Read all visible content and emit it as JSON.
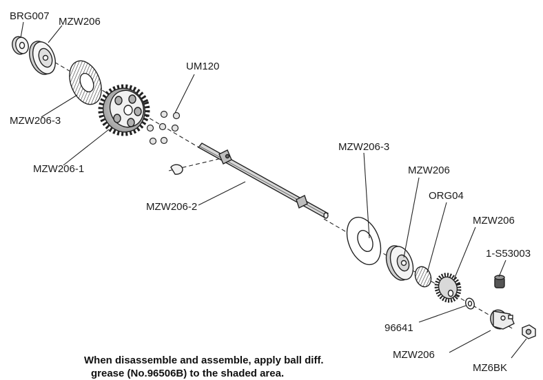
{
  "labels": {
    "brg007": "BRG007",
    "mzw206_a": "MZW206",
    "um120": "UM120",
    "mzw206_3_a": "MZW206-3",
    "mzw206_1": "MZW206-1",
    "mzw206_2": "MZW206-2",
    "mzw206_3_b": "MZW206-3",
    "mzw206_b": "MZW206",
    "org04": "ORG04",
    "mzw206_c": "MZW206",
    "s53003": "1-S53003",
    "n96641": "96641",
    "mzw206_d": "MZW206",
    "mz6bk": "MZ6BK"
  },
  "note": {
    "line1": "When disassemble and assemble, apply ball diff.",
    "line2": "grease (No.96506B) to the shaded area."
  }
}
